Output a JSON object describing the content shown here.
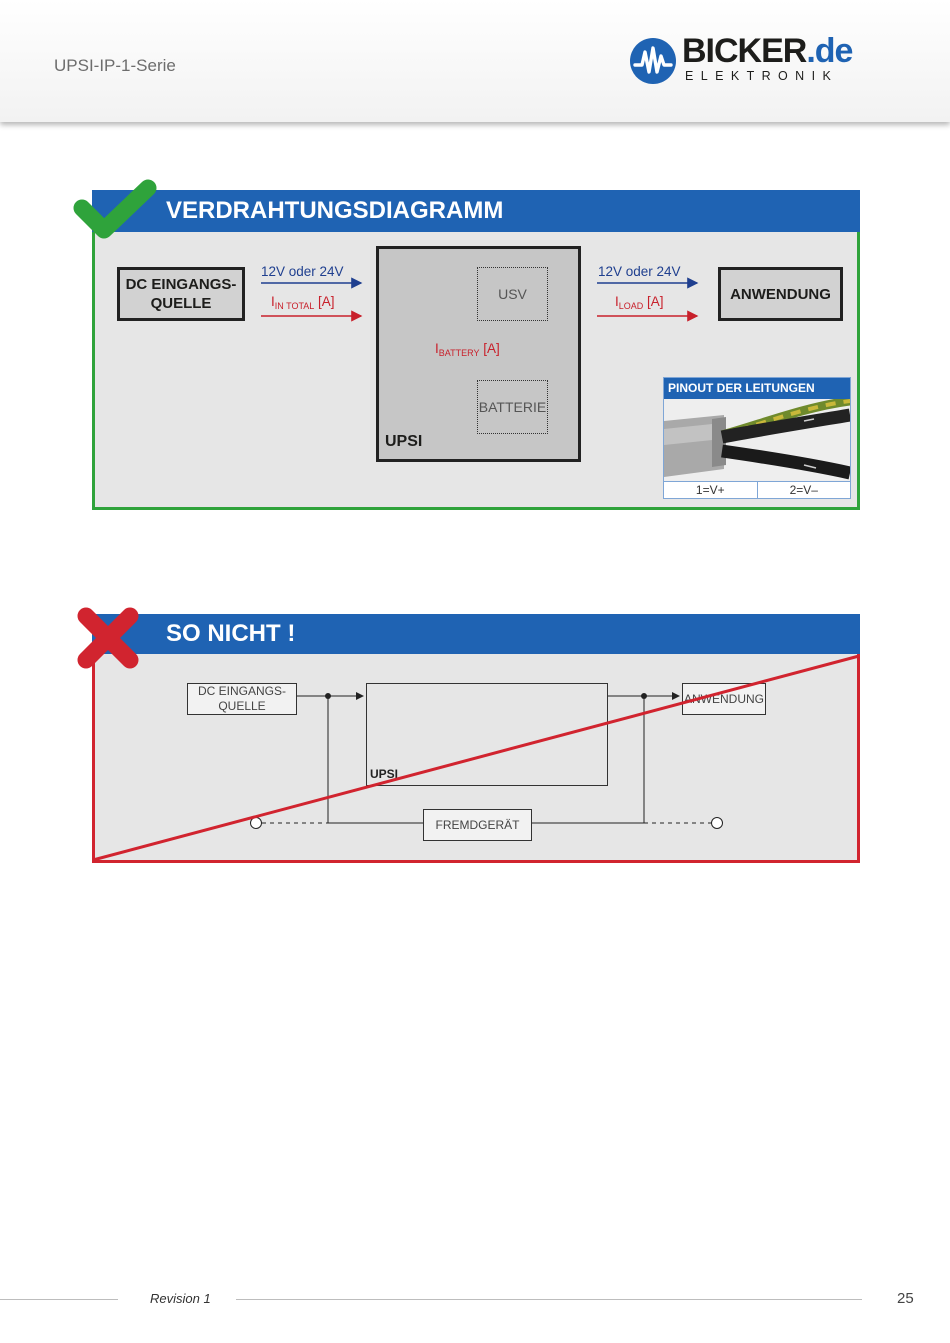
{
  "header": {
    "series": "UPSI-IP-1-Serie",
    "logo_brand": "BICKER",
    "logo_tld": ".de",
    "logo_sub": "ELEKTRONIK",
    "brand_color": "#1f63b3"
  },
  "good_section": {
    "title": "VERDRAHTUNGSDIAGRAMM",
    "mark_icon": "checkmark-icon",
    "mark_color": "#2fa33b",
    "source_line1": "DC EINGANGS-",
    "source_line2": "QUELLE",
    "in_voltage": "12V oder 24V",
    "in_current_prefix": "I",
    "in_current_sub": "IN TOTAL",
    "in_current_unit": "[A]",
    "upsi_label": "UPSI",
    "usv_label": "USV",
    "battery_label": "BATTERIE",
    "battery_current_prefix": "I",
    "battery_current_sub": "BATTERY",
    "battery_current_unit": "[A]",
    "out_voltage": "12V oder 24V",
    "load_current_prefix": "I",
    "load_current_sub": "LOAD",
    "load_current_unit": "[A]",
    "application_label": "ANWENDUNG",
    "pinout": {
      "title": "PINOUT DER LEITUNGEN",
      "pins": [
        "1=V+",
        "2=V–"
      ]
    }
  },
  "bad_section": {
    "title": "SO NICHT !",
    "mark_icon": "cross-icon",
    "mark_color": "#d1242f",
    "source_line1": "DC EINGANGS-",
    "source_line2": "QUELLE",
    "upsi_label": "UPSI",
    "application_label": "ANWENDUNG",
    "foreign_device_label": "FREMDGERÄT"
  },
  "footer": {
    "revision": "Revision 1",
    "page_number": "25"
  }
}
